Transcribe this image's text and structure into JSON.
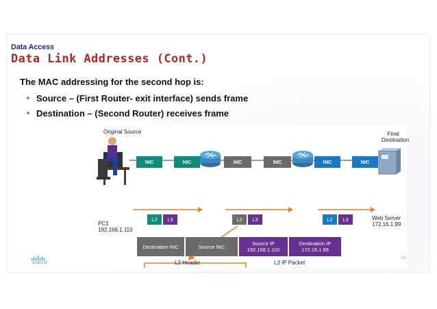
{
  "slide": {
    "section_label": "Data Access",
    "title": "Data Link Addresses (Cont.)",
    "intro": "The MAC addressing for the second hop is:",
    "bullets": [
      "Source –  (First Router- exit interface) sends frame",
      "Destination – (Second Router) receives frame"
    ],
    "page_number": "10"
  },
  "diagram": {
    "original_source": "Original Source",
    "final_destination_line1": "Final",
    "final_destination_line2": "Destination",
    "pc_name": "PC1",
    "pc_ip": "192.168.1.110",
    "server_name": "Web Server",
    "server_ip": "172.16.1.99",
    "nic_label": "NIC",
    "l2_label": "L2",
    "l3_label": "L3",
    "frame": {
      "destination_nic": "Destination NIC",
      "source_nic": "Source NIC",
      "source_ip_label": "Source IP",
      "source_ip_value": "192.168.1.110",
      "destination_ip_label": "Destination IP",
      "destination_ip_value": "172.16.1.99",
      "l2_header": "L2 Header",
      "l3_packet": "L3 IP Packet"
    }
  },
  "branding": {
    "logo_text": "CISCO"
  },
  "colors": {
    "teal": "#0f8c7a",
    "grey": "#6b6b6b",
    "blue": "#1b78c2",
    "purple": "#66318f",
    "arrow_orange": "#ee7d2b",
    "title_red": "#b3261e",
    "section_blue": "#1f2b8f"
  }
}
